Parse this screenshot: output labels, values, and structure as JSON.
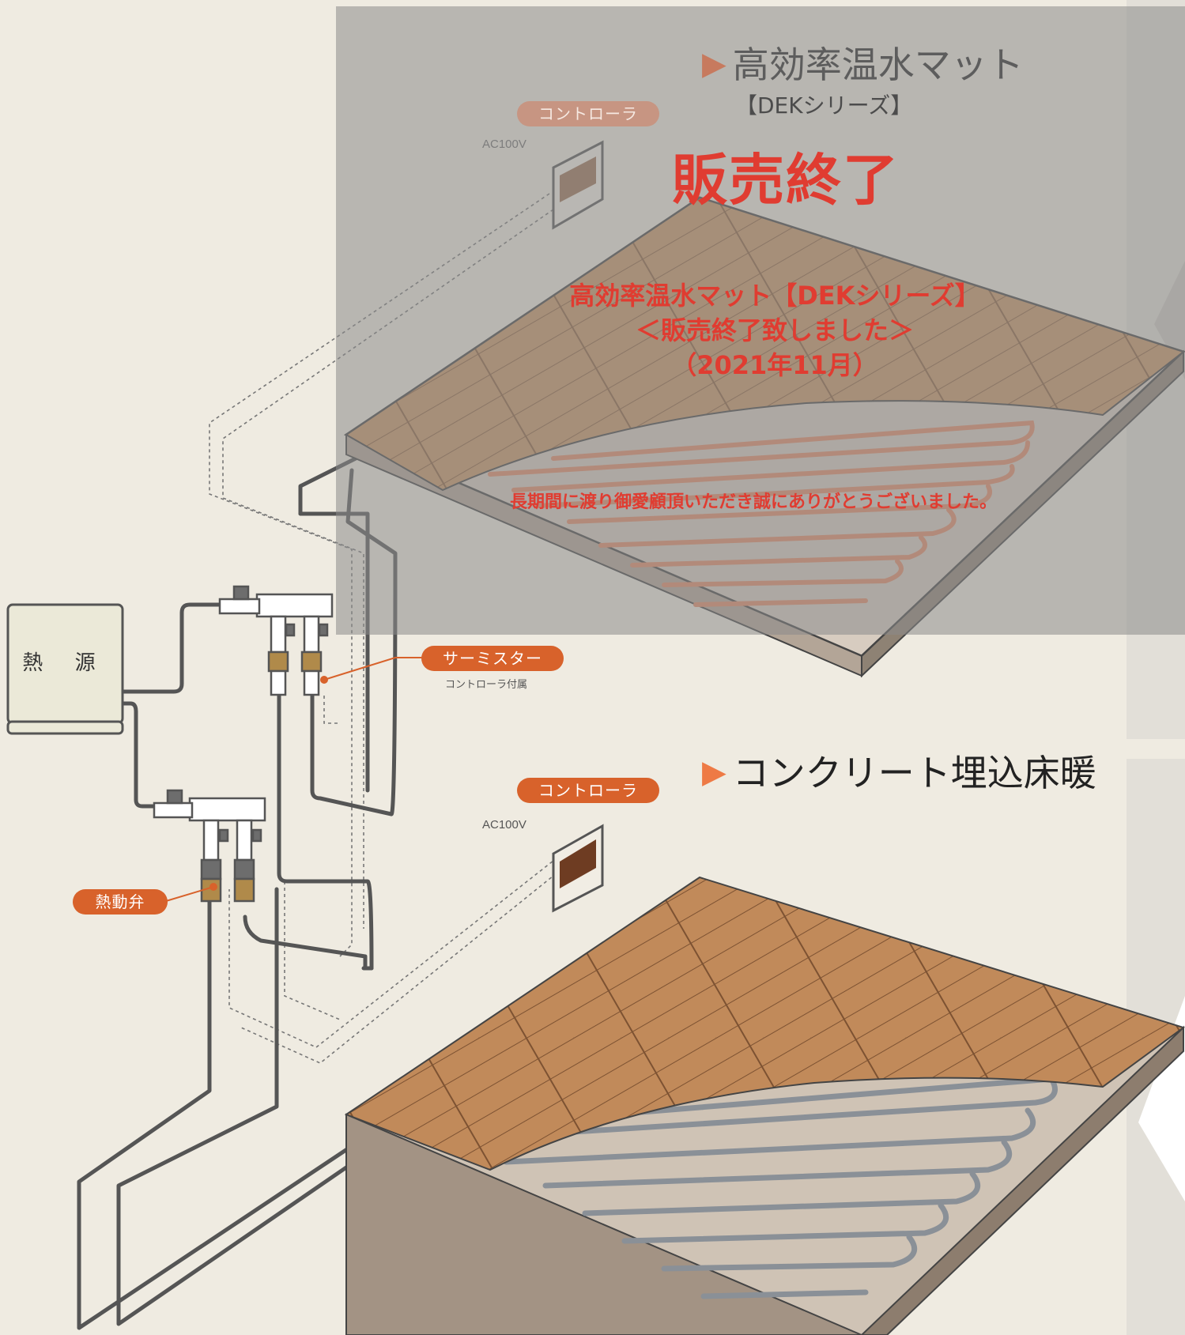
{
  "heat_source": {
    "label": "熱 源"
  },
  "sections": [
    {
      "id": "dek",
      "title": "高効率温水マット",
      "subtitle": "【DEKシリーズ】",
      "status": "販売終了",
      "controller_label": "コントローラ",
      "power_label": "AC100V",
      "notice_lines": [
        "高効率温水マット【DEKシリーズ】",
        "＜販売終了致しました＞",
        "（2021年11月）"
      ],
      "thanks": "長期間に渡り御愛顧頂いただき誠にありがとうございました。"
    },
    {
      "id": "concrete",
      "title": "コンクリート埋込床暖",
      "controller_label": "コントローラ",
      "power_label": "AC100V"
    }
  ],
  "components": {
    "thermistor_label": "サーミスター",
    "thermistor_note": "コントローラ付属",
    "thermal_valve_label": "熱動弁"
  },
  "colors": {
    "background": "#efebe1",
    "accent_orange": "#d8622b",
    "discontinued_red": "#e03c31",
    "wood": "#c18a5a",
    "pipe": "#555555"
  }
}
